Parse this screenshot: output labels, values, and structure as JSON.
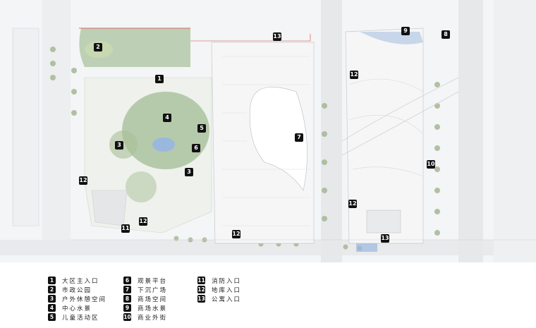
{
  "map": {
    "markers": [
      {
        "num": "13"
      },
      {
        "num": "2"
      },
      {
        "num": "1"
      },
      {
        "num": "4"
      },
      {
        "num": "5"
      },
      {
        "num": "3"
      },
      {
        "num": "6"
      },
      {
        "num": "3"
      },
      {
        "num": "12"
      },
      {
        "num": "12"
      },
      {
        "num": "11"
      },
      {
        "num": "12"
      },
      {
        "num": "7"
      },
      {
        "num": "9"
      },
      {
        "num": "8"
      },
      {
        "num": "12"
      },
      {
        "num": "10"
      },
      {
        "num": "12"
      },
      {
        "num": "13"
      }
    ],
    "colors": {
      "road": "#e6e6e8",
      "building": "#f2f3f4",
      "green": "#8fb080",
      "water": "#9ab8dd",
      "red_line": "#d04040"
    }
  },
  "legend": {
    "items": [
      {
        "num": "1",
        "label": "大区主入口"
      },
      {
        "num": "2",
        "label": "市政公园"
      },
      {
        "num": "3",
        "label": "户外休憩空间"
      },
      {
        "num": "4",
        "label": "中心水景"
      },
      {
        "num": "5",
        "label": "儿童活动区"
      },
      {
        "num": "6",
        "label": "观景平台"
      },
      {
        "num": "7",
        "label": "下沉广场"
      },
      {
        "num": "8",
        "label": "商场空间"
      },
      {
        "num": "9",
        "label": "商场水景"
      },
      {
        "num": "10",
        "label": "商业外街"
      },
      {
        "num": "11",
        "label": "消防入口"
      },
      {
        "num": "12",
        "label": "地库入口"
      },
      {
        "num": "13",
        "label": "公寓入口"
      }
    ]
  }
}
